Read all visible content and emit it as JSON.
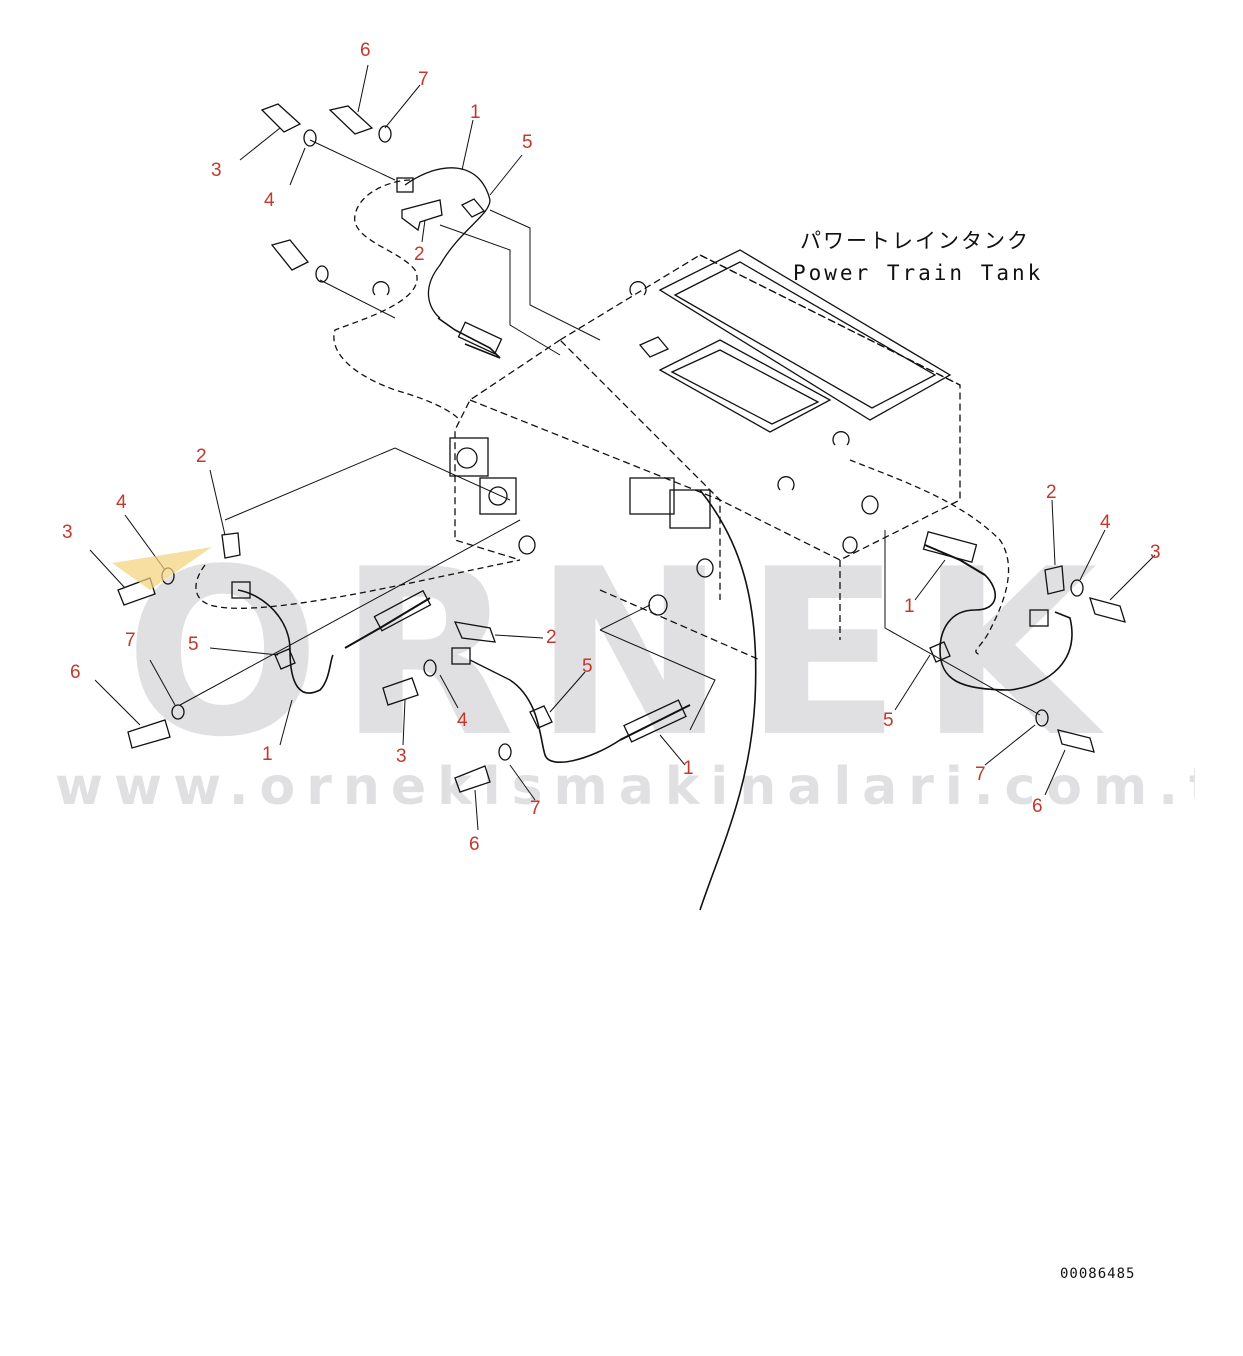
{
  "watermark": {
    "brand": "ORNEK",
    "url": "www.orneklsmakinalari.com.tr"
  },
  "tank_label": {
    "japanese": "パワートレインタンク",
    "english": "Power Train Tank"
  },
  "drawing_number": "00086485",
  "callouts": [
    {
      "id": "c1",
      "text": "6"
    },
    {
      "id": "c2",
      "text": "7"
    },
    {
      "id": "c3",
      "text": "1"
    },
    {
      "id": "c4",
      "text": "5"
    },
    {
      "id": "c5",
      "text": "3"
    },
    {
      "id": "c6",
      "text": "4"
    },
    {
      "id": "c7",
      "text": "2"
    },
    {
      "id": "c8",
      "text": "2"
    },
    {
      "id": "c9",
      "text": "4"
    },
    {
      "id": "c10",
      "text": "3"
    },
    {
      "id": "c11",
      "text": "7"
    },
    {
      "id": "c12",
      "text": "5"
    },
    {
      "id": "c13",
      "text": "6"
    },
    {
      "id": "c14",
      "text": "1"
    },
    {
      "id": "c15",
      "text": "2"
    },
    {
      "id": "c16",
      "text": "5"
    },
    {
      "id": "c17",
      "text": "4"
    },
    {
      "id": "c18",
      "text": "3"
    },
    {
      "id": "c19",
      "text": "7"
    },
    {
      "id": "c20",
      "text": "6"
    },
    {
      "id": "c21",
      "text": "1"
    },
    {
      "id": "c22",
      "text": "2"
    },
    {
      "id": "c23",
      "text": "4"
    },
    {
      "id": "c24",
      "text": "3"
    },
    {
      "id": "c25",
      "text": "1"
    },
    {
      "id": "c26",
      "text": "5"
    },
    {
      "id": "c27",
      "text": "7"
    },
    {
      "id": "c28",
      "text": "6"
    }
  ],
  "colors": {
    "callout_text": "#c0392b",
    "line": "#111111",
    "watermark": "#c8c8cc",
    "accent_yellow": "#f3d27a"
  }
}
